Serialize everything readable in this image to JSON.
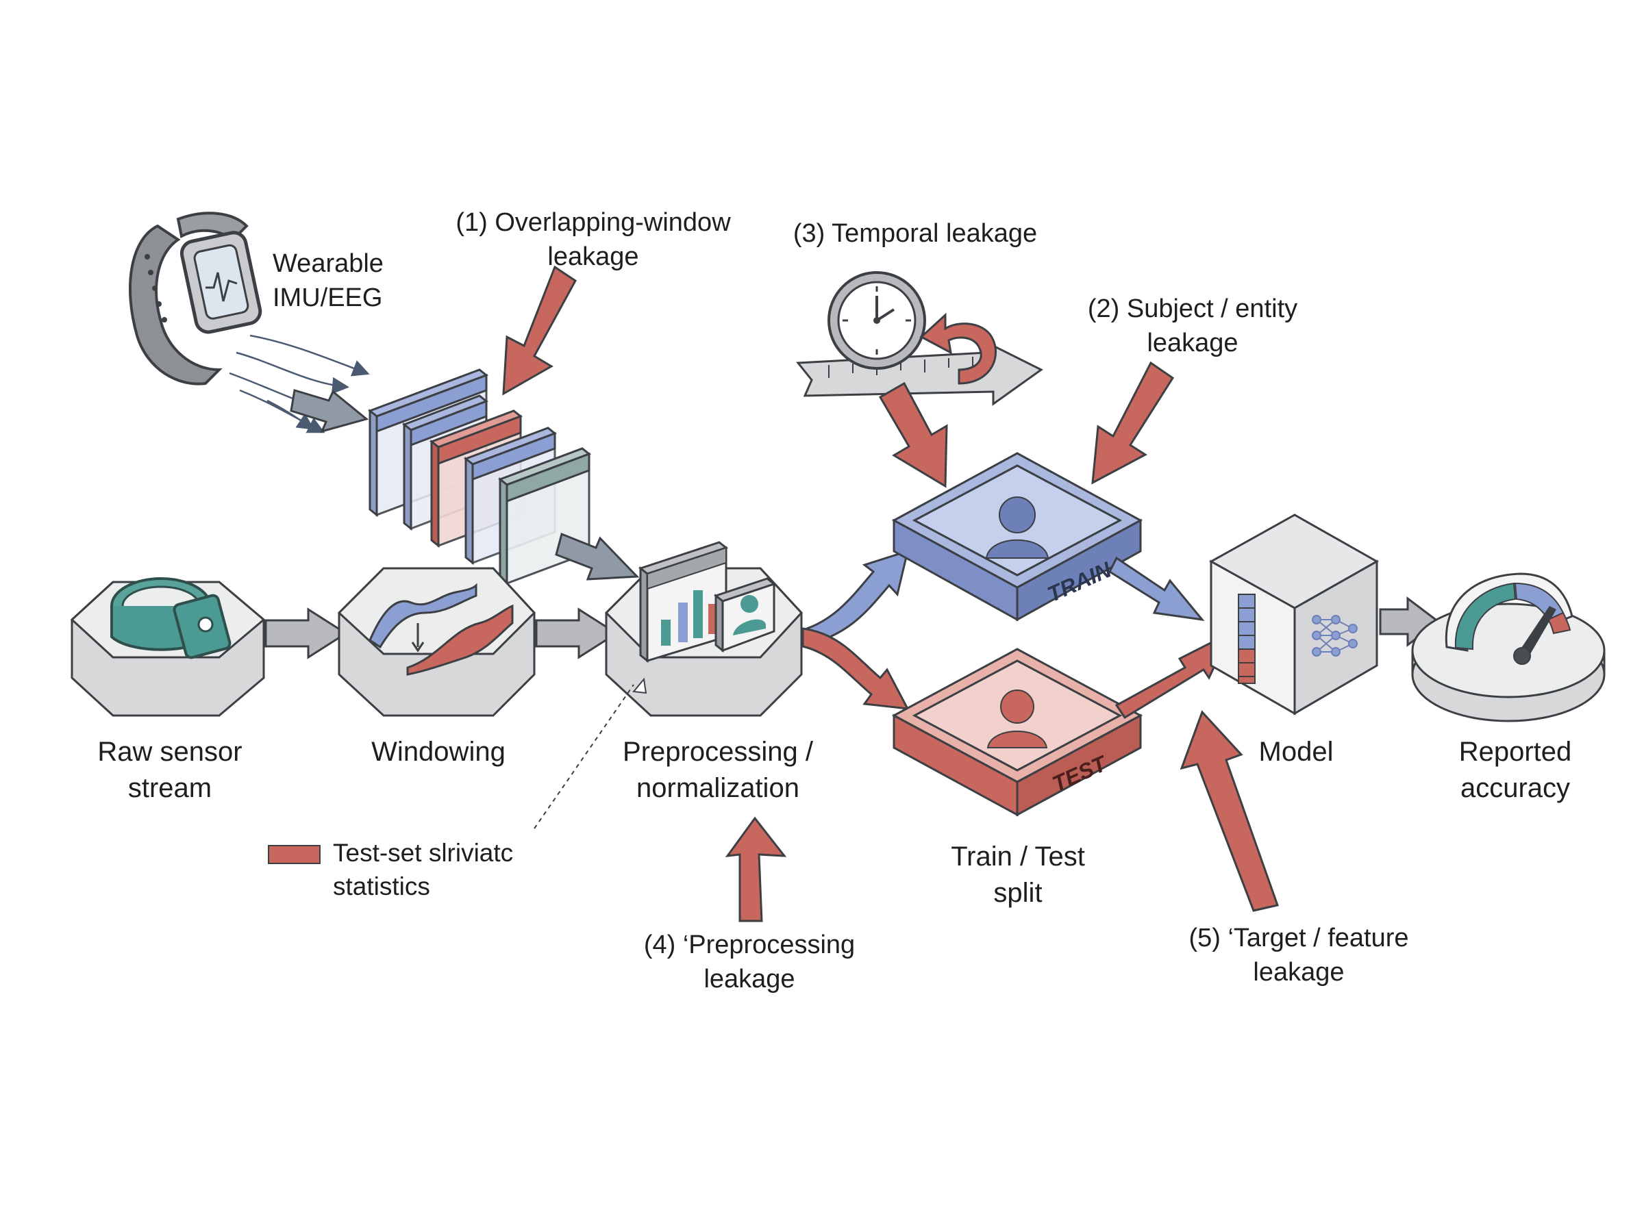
{
  "nodes": {
    "raw": {
      "label_line1": "Raw sensor",
      "label_line2": "stream"
    },
    "windowing": {
      "label_line1": "Windowing"
    },
    "preprocessing": {
      "label_line1": "Preprocessing /",
      "label_line2": "normalization"
    },
    "split": {
      "label_line1": "Train / Test",
      "label_line2": "split",
      "train_tag": "TRAIN",
      "test_tag": "TEST"
    },
    "model": {
      "label_line1": "Model"
    },
    "reported": {
      "label_line1": "Reported",
      "label_line2": "accuracy"
    }
  },
  "wearable": {
    "line1": "Wearable",
    "line2": "IMU/EEG"
  },
  "leakages": [
    {
      "line1": "(1) Overlapping-window",
      "line2": "leakage"
    },
    {
      "line1": "(2) Subject / entity",
      "line2": "leakage"
    },
    {
      "line1": "(3) Temporal leakage",
      "line2": ""
    },
    {
      "line1": "(4) ‘Preprocessing",
      "line2": "leakage"
    },
    {
      "line1": "(5) ‘Target / feature",
      "line2": "leakage"
    }
  ],
  "legend": {
    "line1": "Test-set slriviatc",
    "line2": "statistics"
  },
  "colors": {
    "leak_red": "#c7675e",
    "train_blue": "#8c9fd3",
    "flow_gray": "#b7b9bc",
    "teal": "#4b9a93",
    "outline": "#3c3f44"
  }
}
